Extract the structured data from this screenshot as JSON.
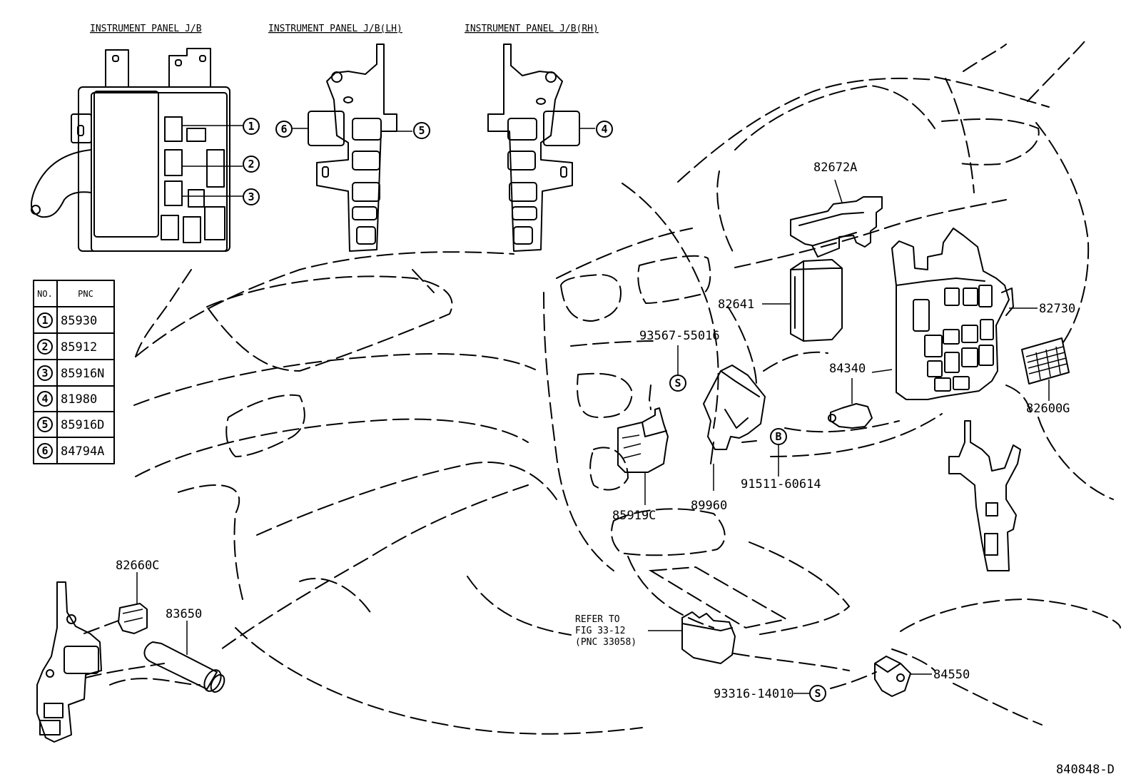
{
  "headers": {
    "jb_main": "INSTRUMENT PANEL J/B",
    "jb_lh": "INSTRUMENT PANEL J/B(LH)",
    "jb_rh": "INSTRUMENT PANEL J/B(RH)"
  },
  "table": {
    "col_no": "NO.",
    "col_pnc": "PNC",
    "rows": [
      {
        "no": "1",
        "pnc": "85930"
      },
      {
        "no": "2",
        "pnc": "85912"
      },
      {
        "no": "3",
        "pnc": "85916N"
      },
      {
        "no": "4",
        "pnc": "81980"
      },
      {
        "no": "5",
        "pnc": "85916D"
      },
      {
        "no": "6",
        "pnc": "84794A"
      }
    ]
  },
  "callouts": {
    "c1": "1",
    "c2": "2",
    "c3": "3",
    "c4": "4",
    "c5": "5",
    "c6": "6",
    "s": "S",
    "b": "B"
  },
  "parts": {
    "p82672A": "82672A",
    "p82641": "82641",
    "p82730": "82730",
    "p93567": "93567-55016",
    "p84340": "84340",
    "p82600G": "82600G",
    "p91511": "91511-60614",
    "p85919C": "85919C",
    "p89960": "89960",
    "p82660C": "82660C",
    "p83650": "83650",
    "p84550": "84550",
    "p93316": "93316-14010"
  },
  "refer": {
    "line1": "REFER TO",
    "line2": "FIG 33-12",
    "line3": "(PNC 33058)"
  },
  "diagram_id": "840848-D"
}
